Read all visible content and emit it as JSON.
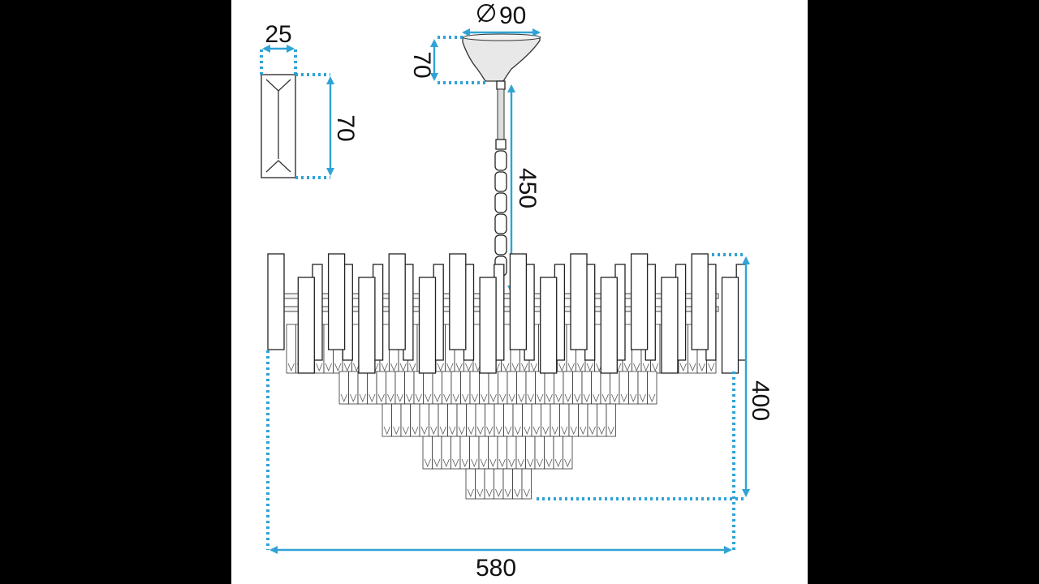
{
  "dimensions": {
    "crystal_width": "25",
    "crystal_height": "70",
    "canopy_diameter": "90",
    "canopy_height": "70",
    "chain_length": "450",
    "body_height": "400",
    "body_width": "580"
  },
  "symbols": {
    "diameter": "diameter-icon"
  },
  "colors": {
    "dimension": "#2fa3d6",
    "outline": "#222222",
    "background": "#ffffff",
    "frame": "#000000"
  }
}
